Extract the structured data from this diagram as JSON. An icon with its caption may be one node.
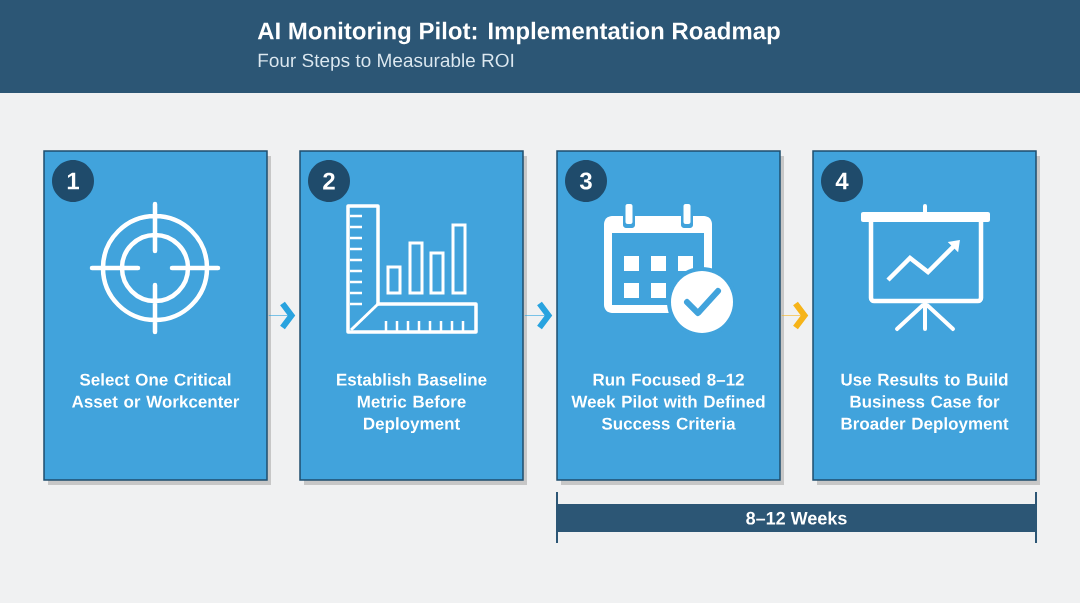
{
  "diagram": {
    "title": "AI Monitoring Pilot: Implementation Roadmap",
    "nodes": [
      {
        "text": [
          "1",
          "Select One Critical Asset or Workcenter"
        ]
      },
      {
        "text": [
          "2",
          "Establish Baseline Metric Before Deployment"
        ]
      },
      {
        "text": [
          "3",
          "Run Focused 8–12 Week Pilot with Defined Success Criteria"
        ]
      },
      {
        "text": [
          "4",
          "Use Results to Build Business Case for Broader Deployment"
        ]
      },
      {
        "text": [
          "8–12 Weeks"
        ]
      }
    ],
    "edges": [
      {
        "from": 0,
        "to": 1,
        "arrow": "to"
      },
      {
        "from": 1,
        "to": 2,
        "arrow": "to"
      },
      {
        "from": 2,
        "to": 3,
        "arrow": "to",
        "color": "#f6b419"
      }
    ],
    "labels": [
      "Four Steps to Measurable ROI"
    ]
  }
}
